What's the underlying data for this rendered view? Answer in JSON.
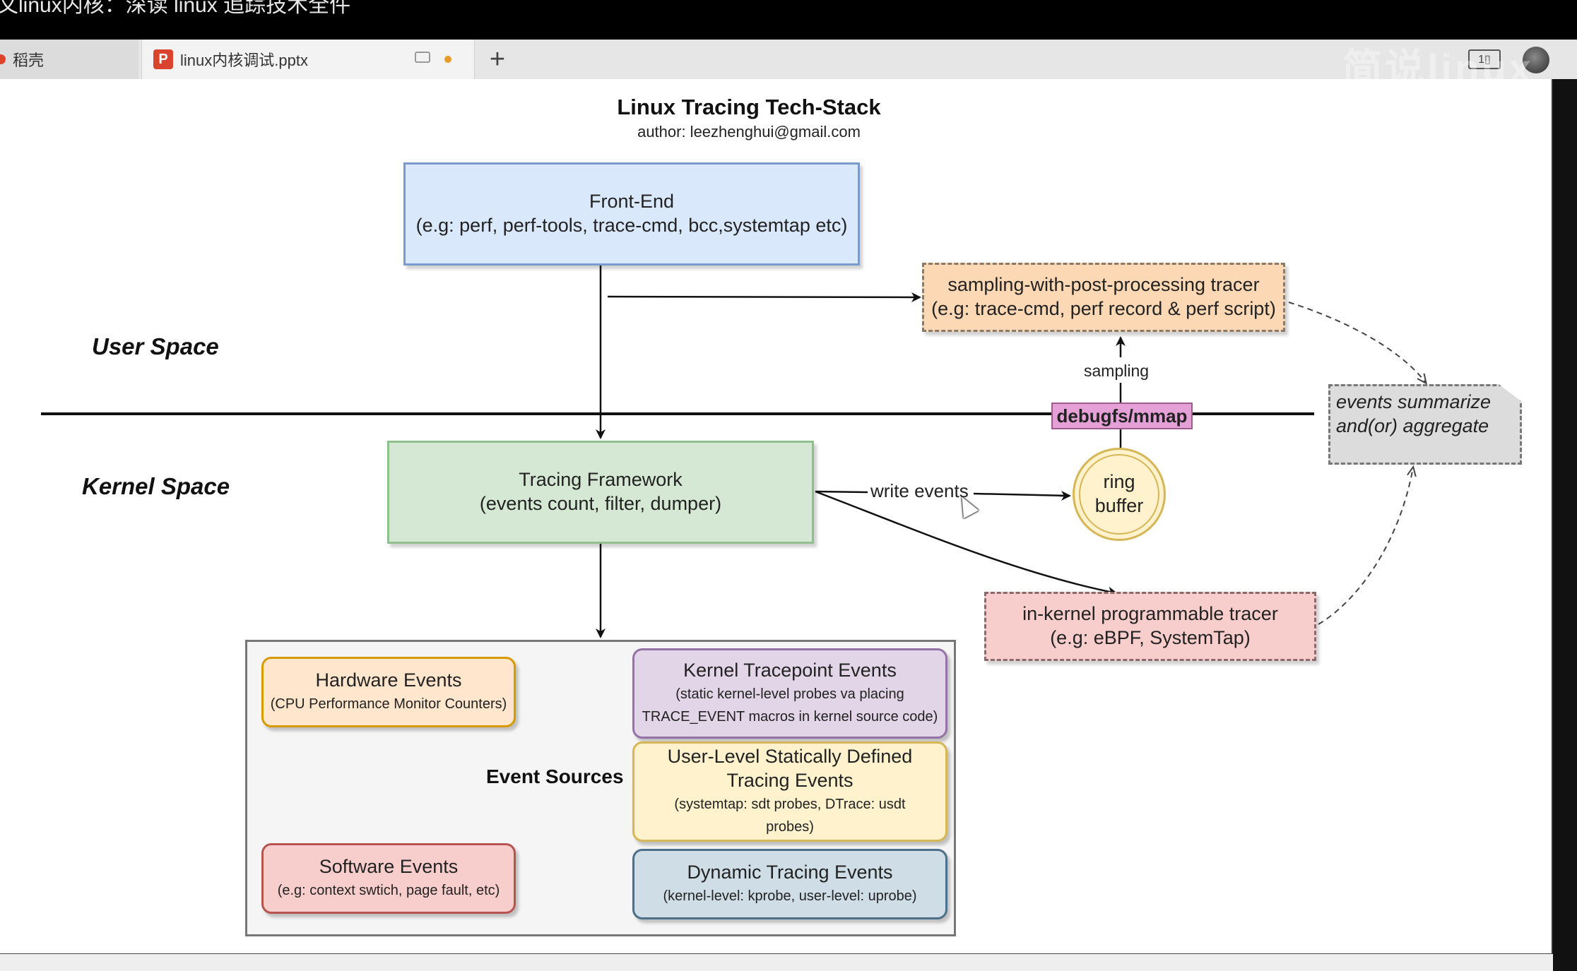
{
  "window": {
    "caption": "文linux内核：深读 linux 追踪技术全件"
  },
  "tabs": [
    {
      "label": "稻壳"
    },
    {
      "label": "linux内核调试.pptx"
    }
  ],
  "toolbar": {
    "add_tab": "+",
    "layout_label": "1▯",
    "watermark": "简说linux"
  },
  "colors": {
    "accent_red": "#d9432f",
    "unsaved_dot": "#e79b28"
  },
  "icons": [
    "presentation-icon",
    "unsaved-dot-icon",
    "add-icon",
    "layout-icon",
    "avatar"
  ],
  "slide": {
    "title": "Linux Tracing Tech-Stack",
    "author": "author: leezhenghui@gmail.com",
    "user_space": "User Space",
    "kernel_space": "Kernel Space",
    "debugfs": "debugfs/mmap",
    "sampling_label": "sampling",
    "write_events": "write events",
    "event_sources": "Event Sources",
    "frontend": {
      "title": "Front-End",
      "detail": "(e.g: perf, perf-tools, trace-cmd, bcc,systemtap etc)"
    },
    "sampling_tracer": {
      "title": "sampling-with-post-processing tracer",
      "detail": "(e.g: trace-cmd, perf record & perf script)"
    },
    "framework": {
      "title": "Tracing Framework",
      "detail": "(events count, filter, dumper)"
    },
    "ring_buffer": {
      "line1": "ring",
      "line2": "buffer"
    },
    "inkernel_tracer": {
      "title": "in-kernel programmable tracer",
      "detail": "(e.g: eBPF, SystemTap)"
    },
    "summarize": {
      "line1": "events summarize",
      "line2": "and(or) aggregate"
    },
    "hardware": {
      "title": "Hardware Events",
      "detail": "(CPU Performance Monitor Counters)"
    },
    "software": {
      "title": "Software Events",
      "detail": "(e.g: context swtich, page fault, etc)"
    },
    "kernel_tracepoint": {
      "title": "Kernel Tracepoint Events",
      "detail1": "(static kernel-level probes va placing",
      "detail2": "TRACE_EVENT macros in kernel source code)"
    },
    "usdt": {
      "title1": "User-Level Statically Defined",
      "title2": "Tracing Events",
      "detail1": "(systemtap: sdt probes, DTrace: usdt",
      "detail2": "probes)"
    },
    "dynamic": {
      "title": "Dynamic Tracing Events",
      "detail": "(kernel-level: kprobe, user-level: uprobe)"
    }
  }
}
